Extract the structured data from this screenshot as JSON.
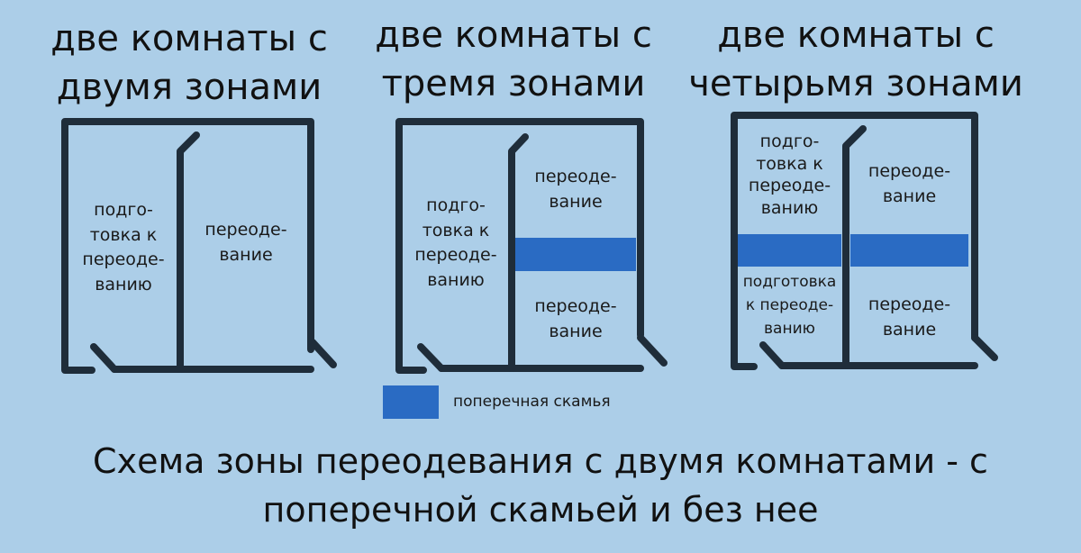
{
  "diagrams": [
    {
      "title": [
        "две комнаты с",
        "двумя зонами"
      ],
      "zones": [
        "подго-\nтовка к\nпереоде-\nванию",
        "переоде-\nвание"
      ]
    },
    {
      "title": [
        "две комнаты с",
        "тремя зонами"
      ],
      "zones": [
        "подго-\nтовка к\nпереоде-\nванию",
        "переоде-\nвание",
        "переоде-\nвание"
      ]
    },
    {
      "title": [
        "две комнаты с",
        "четырьмя зонами"
      ],
      "zones": [
        "подго-\nтовка к\nпереоде-\nванию",
        "переоде-\nвание",
        "подготовка\nк переоде-\nванию",
        "переоде-\nвание"
      ]
    }
  ],
  "legend": {
    "label": "поперечная скамья"
  },
  "caption": "Схема зоны переодевания с двумя комнатами - с\nпоперечной скамьей и без нее",
  "colors": {
    "background": "#accee8",
    "wall": "#1f2d3a",
    "bench": "#2a6bc3"
  }
}
